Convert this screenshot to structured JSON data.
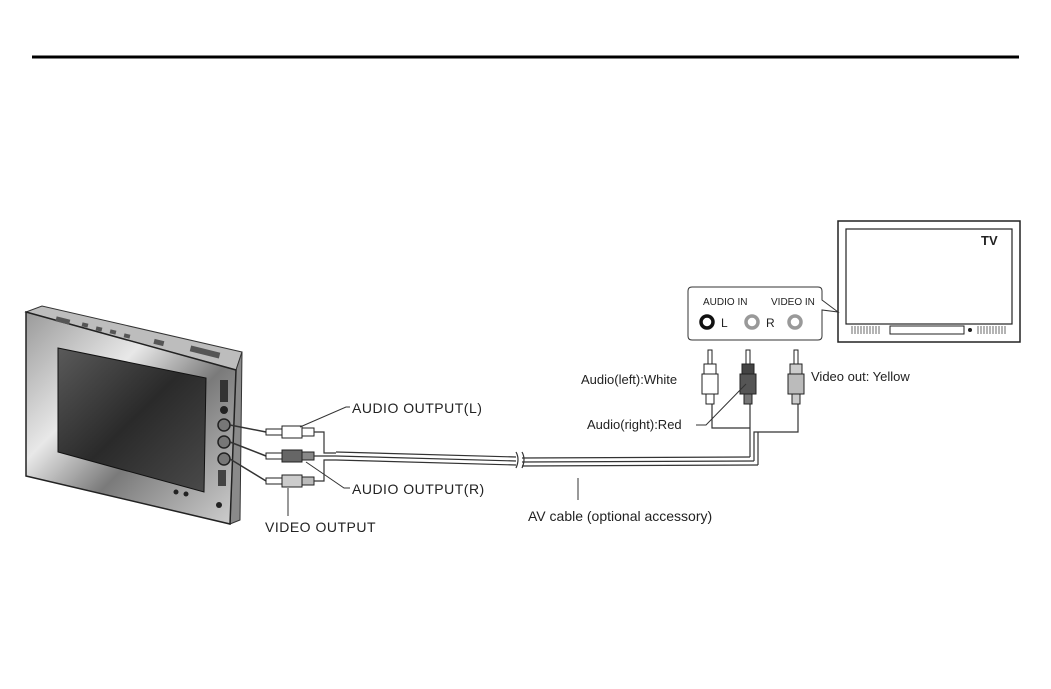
{
  "labels": {
    "audio_output_l": "AUDIO OUTPUT(L)",
    "audio_output_r": "AUDIO OUTPUT(R)",
    "video_output": "VIDEO OUTPUT",
    "av_cable": "AV cable (optional accessory)",
    "audio_left": "Audio(left):White",
    "audio_right": "Audio(right):Red",
    "video_out": "Video out: Yellow"
  },
  "tv": {
    "title": "TV",
    "audio_in": "AUDIO IN",
    "video_in": "VIDEO IN",
    "left": "L",
    "right": "R"
  }
}
